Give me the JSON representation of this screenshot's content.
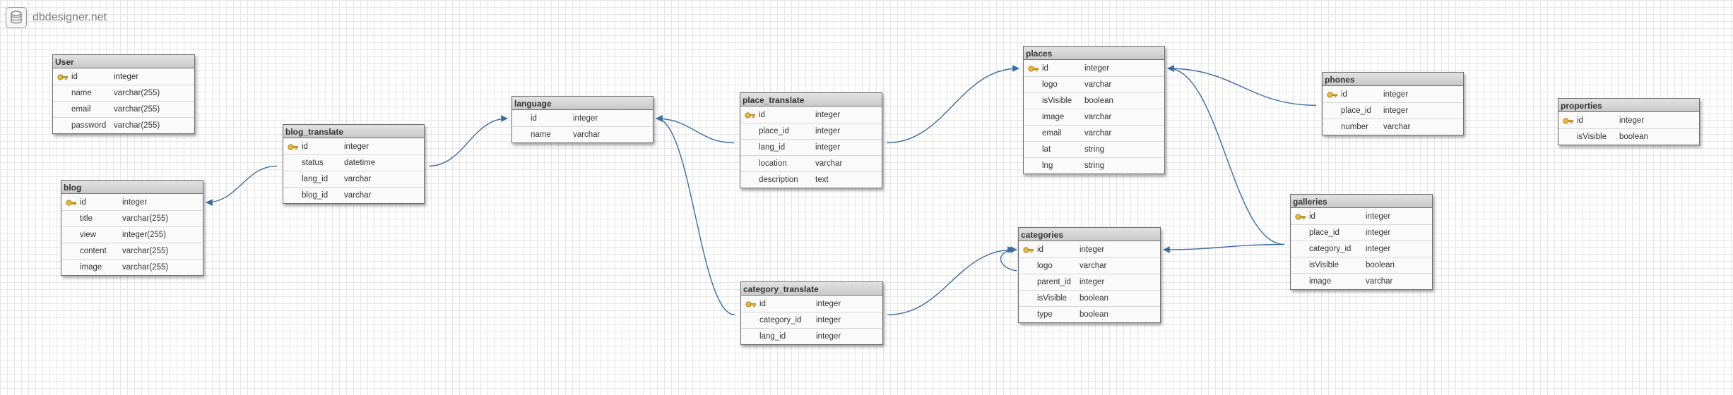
{
  "brand": {
    "text": "dbdesigner.net",
    "icon": "database-icon"
  },
  "colors": {
    "link": "#3a6ea5",
    "header": "#c9c9c9",
    "key": "#e2b13c"
  },
  "tables": [
    {
      "id": "User",
      "name": "User",
      "fields": [
        {
          "name": "id",
          "type": "integer",
          "pk": true
        },
        {
          "name": "name",
          "type": "varchar(255)"
        },
        {
          "name": "email",
          "type": "varchar(255)"
        },
        {
          "name": "password",
          "type": "varchar(255)"
        }
      ]
    },
    {
      "id": "blog",
      "name": "blog",
      "fields": [
        {
          "name": "id",
          "type": "integer",
          "pk": true
        },
        {
          "name": "title",
          "type": "varchar(255)"
        },
        {
          "name": "view",
          "type": "integer(255)"
        },
        {
          "name": "content",
          "type": "varchar(255)"
        },
        {
          "name": "image",
          "type": "varchar(255)"
        }
      ]
    },
    {
      "id": "blog_translate",
      "name": "blog_translate",
      "fields": [
        {
          "name": "id",
          "type": "integer",
          "pk": true
        },
        {
          "name": "status",
          "type": "datetime"
        },
        {
          "name": "lang_id",
          "type": "varchar"
        },
        {
          "name": "blog_id",
          "type": "varchar"
        }
      ]
    },
    {
      "id": "language",
      "name": "language",
      "fields": [
        {
          "name": "id",
          "type": "integer"
        },
        {
          "name": "name",
          "type": "varchar"
        }
      ]
    },
    {
      "id": "place_translate",
      "name": "place_translate",
      "fields": [
        {
          "name": "id",
          "type": "integer",
          "pk": true
        },
        {
          "name": "place_id",
          "type": "integer"
        },
        {
          "name": "lang_id",
          "type": "integer"
        },
        {
          "name": "location",
          "type": "varchar"
        },
        {
          "name": "description",
          "type": "text"
        }
      ]
    },
    {
      "id": "category_translate",
      "name": "category_translate",
      "fields": [
        {
          "name": "id",
          "type": "integer",
          "pk": true
        },
        {
          "name": "category_id",
          "type": "integer"
        },
        {
          "name": "lang_id",
          "type": "integer"
        }
      ]
    },
    {
      "id": "places",
      "name": "places",
      "fields": [
        {
          "name": "id",
          "type": "integer",
          "pk": true
        },
        {
          "name": "logo",
          "type": "varchar"
        },
        {
          "name": "isVisible",
          "type": "boolean"
        },
        {
          "name": "image",
          "type": "varchar"
        },
        {
          "name": "email",
          "type": "varchar"
        },
        {
          "name": "lat",
          "type": "string"
        },
        {
          "name": "lng",
          "type": "string"
        }
      ]
    },
    {
      "id": "categories",
      "name": "categories",
      "fields": [
        {
          "name": "id",
          "type": "integer",
          "pk": true
        },
        {
          "name": "logo",
          "type": "varchar"
        },
        {
          "name": "parent_id",
          "type": "integer"
        },
        {
          "name": "isVisible",
          "type": "boolean"
        },
        {
          "name": "type",
          "type": "boolean"
        }
      ]
    },
    {
      "id": "phones",
      "name": "phones",
      "fields": [
        {
          "name": "id",
          "type": "integer",
          "pk": true
        },
        {
          "name": "place_id",
          "type": "integer"
        },
        {
          "name": "number",
          "type": "varchar"
        }
      ]
    },
    {
      "id": "galleries",
      "name": "galleries",
      "fields": [
        {
          "name": "id",
          "type": "integer",
          "pk": true
        },
        {
          "name": "place_id",
          "type": "integer"
        },
        {
          "name": "category_id",
          "type": "integer"
        },
        {
          "name": "isVisible",
          "type": "boolean"
        },
        {
          "name": "image",
          "type": "varchar"
        }
      ]
    },
    {
      "id": "properties",
      "name": "properties",
      "fields": [
        {
          "name": "id",
          "type": "integer",
          "pk": true
        },
        {
          "name": "isVisible",
          "type": "boolean"
        }
      ]
    }
  ],
  "relations": [
    {
      "from": "blog_translate",
      "to": "blog"
    },
    {
      "from": "blog_translate",
      "to": "language"
    },
    {
      "from": "place_translate",
      "to": "language"
    },
    {
      "from": "category_translate",
      "to": "language"
    },
    {
      "from": "place_translate",
      "to": "places"
    },
    {
      "from": "phones",
      "to": "places"
    },
    {
      "from": "galleries",
      "to": "places"
    },
    {
      "from": "galleries",
      "to": "categories"
    },
    {
      "from": "category_translate",
      "to": "categories"
    },
    {
      "from": "categories",
      "to": "categories"
    }
  ]
}
